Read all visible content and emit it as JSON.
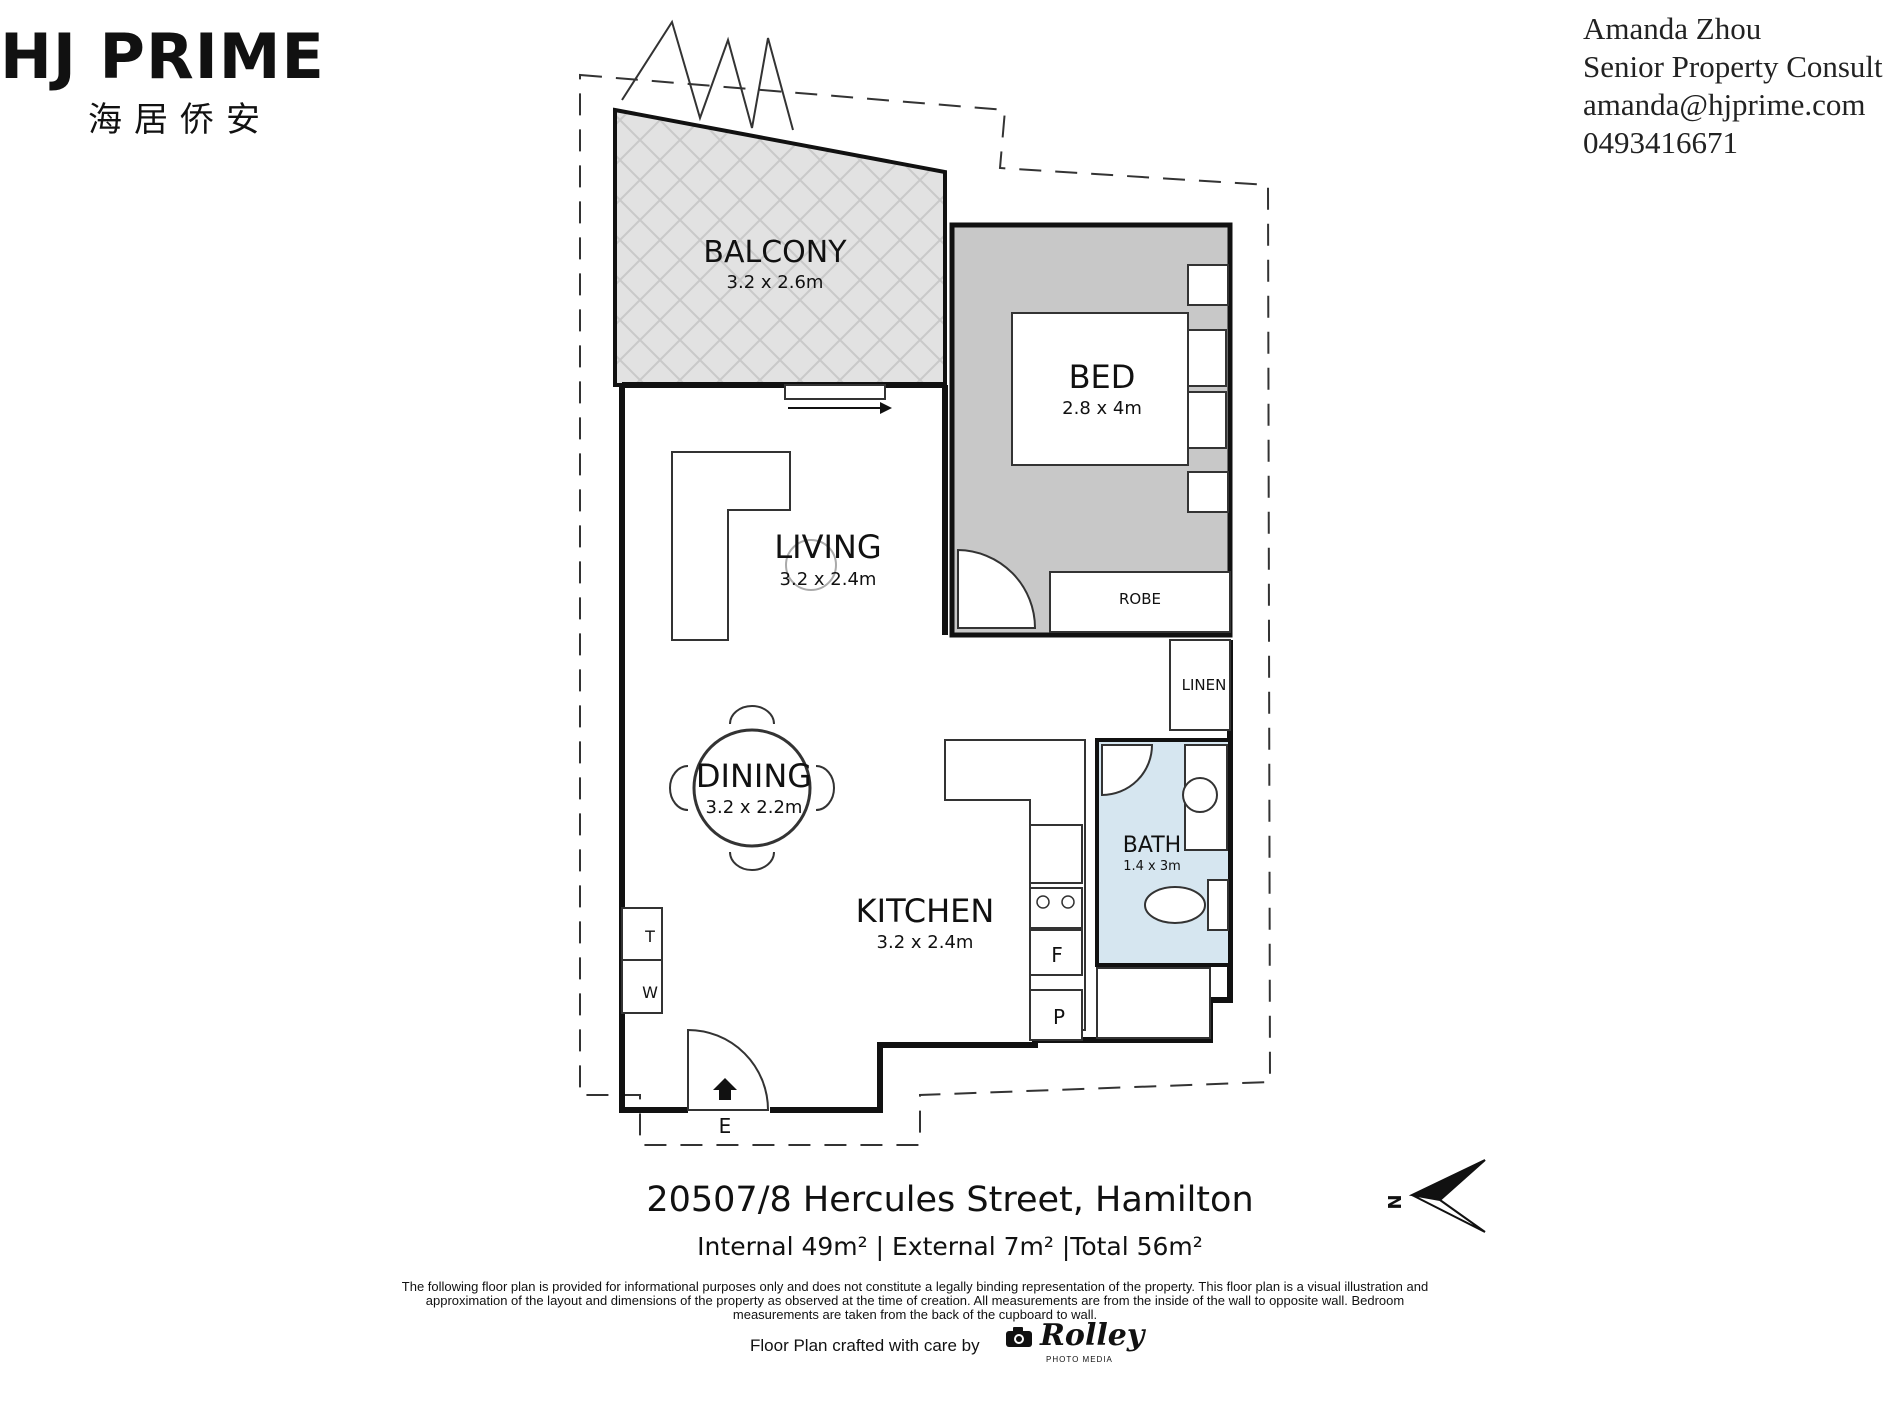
{
  "brand": {
    "name": "HJ PRIME",
    "subtitle": "海居侨安"
  },
  "contact": {
    "name": "Amanda Zhou",
    "title": "Senior Property Consult",
    "email": "amanda@hjprime.com",
    "phone": "0493416671"
  },
  "rooms": {
    "balcony": {
      "name": "BALCONY",
      "size": "3.2 x 2.6m"
    },
    "bed": {
      "name": "BED",
      "size": "2.8 x 4m"
    },
    "living": {
      "name": "LIVING",
      "size": "3.2 x 2.4m"
    },
    "dining": {
      "name": "DINING",
      "size": "3.2 x 2.2m"
    },
    "kitchen": {
      "name": "KITCHEN",
      "size": "3.2 x 2.4m"
    },
    "bath": {
      "name": "BATH",
      "size": "1.4 x 3m"
    },
    "robe": "ROBE",
    "linen": "LINEN",
    "t": "T",
    "w": "W",
    "f": "F",
    "p": "P",
    "entry": "E"
  },
  "compass": {
    "label": "N"
  },
  "property": {
    "address": "20507/8 Hercules Street, Hamilton",
    "areas": "Internal 49m² | External 7m² |Total 56m²"
  },
  "disclaimer": "The following floor plan is provided for informational purposes only and does not constitute a legally binding representation of the property. This floor plan is a visual illustration and approximation of the layout and dimensions of the property as observed at the time of creation. All measurements are from the inside of the wall to opposite wall. Bedroom measurements are taken from the back of the cupboard to wall.",
  "credit": {
    "text": "Floor Plan crafted with care by",
    "logo": "Rolley",
    "logo_sub": "PHOTO MEDIA"
  },
  "colors": {
    "bedroom_fill": "#c8c8c8",
    "balcony_fill": "#e0e0e0",
    "bath_fill": "#d6e6f0",
    "wall": "#111111"
  }
}
